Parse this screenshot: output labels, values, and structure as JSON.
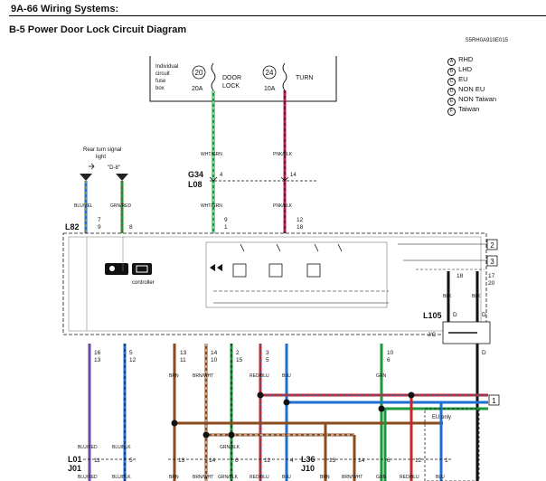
{
  "header": {
    "title": "9A-66   Wiring Systems:"
  },
  "section": {
    "title": "B-5 Power Door Lock Circuit Diagram",
    "doc_id": "S5RH0A910E015"
  },
  "legend": [
    {
      "key": "A",
      "label": "RHD"
    },
    {
      "key": "B",
      "label": "LHD"
    },
    {
      "key": "C",
      "label": "EU"
    },
    {
      "key": "D",
      "label": "NON EU"
    },
    {
      "key": "E",
      "label": "NON Taiwan"
    },
    {
      "key": "F",
      "label": "Taiwan"
    }
  ],
  "fuse_box": {
    "label_lines": [
      "Individual",
      "circuit",
      "fuse",
      "box"
    ],
    "fuses": [
      {
        "no": "20",
        "amps": "20A",
        "name_lines": [
          "DOOR",
          "LOCK"
        ]
      },
      {
        "no": "24",
        "amps": "10A",
        "name_lines": [
          "TURN"
        ]
      }
    ]
  },
  "rear_turn": {
    "lines": [
      "Rear turn signal",
      "light"
    ],
    "ref": "\"D-8\""
  },
  "connectors": {
    "g34": "G34",
    "l08": "L08",
    "l82": "L82",
    "l105": "L105",
    "l01": "L01",
    "j01": "J01",
    "l36": "L36",
    "j10": "J10"
  },
  "wires": {
    "wht_grn": "WHT/GRN",
    "pnk_blk": "PNK/BLK",
    "blu_yel": "BLU/YEL",
    "grn_red": "GRN/RED",
    "blk": "BLK",
    "brn": "BRN",
    "brn_wht": "BRN/WHT",
    "grn_blk": "GRN/BLK",
    "red_blu": "RED/BLU",
    "blu": "BLU",
    "grn": "GRN",
    "blu_red": "BLU/RED",
    "blu_blk": "BLU/BLK"
  },
  "pins": {
    "g34_a": "4",
    "g34_b": "14",
    "l82_a": "7",
    "l82_b": "9",
    "l82_c": "8",
    "c1": "9",
    "c1b": "1",
    "c2": "12",
    "c2b": "18",
    "r1": "18",
    "r2": "17",
    "r2b": "20",
    "b1": "16",
    "b1b": "13",
    "b2": "5",
    "b2b": "12",
    "b3": "13",
    "b3b": "11",
    "b4": "14",
    "b4b": "10",
    "b5": "2",
    "b5b": "15",
    "b6": "3",
    "b6b": "5",
    "b7": "10",
    "b7b": "6",
    "bot": [
      "11",
      "5",
      "13",
      "14",
      "6",
      "12",
      "4",
      "13",
      "14",
      "6",
      "12",
      "1"
    ]
  },
  "misc": {
    "controller": "controller",
    "jc": "J/C",
    "eu_only": "EU only",
    "d": "D",
    "e": "E",
    "box2": "2",
    "box3": "3",
    "box1": "1"
  },
  "colors": {
    "grn": "#1a9a3a",
    "blu": "#1d6fd1",
    "brn": "#8b4a1c",
    "red": "#c62828",
    "pnk": "#c2185b",
    "yel": "#d4b000",
    "blk": "#111111",
    "wht": "#ffffff",
    "purple": "#6b4aa0"
  }
}
